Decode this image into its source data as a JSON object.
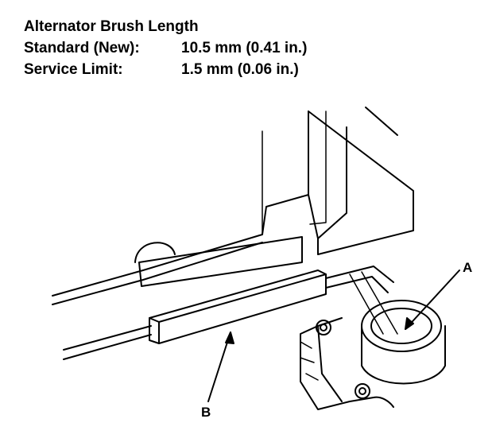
{
  "specs": {
    "title": "Alternator Brush Length",
    "standard": {
      "label": "Standard (New):",
      "value": "10.5 mm (0.41 in.)"
    },
    "limit": {
      "label": "Service Limit:",
      "value": "1.5 mm (0.06 in.)"
    }
  },
  "callouts": {
    "a": "A",
    "b": "B"
  }
}
